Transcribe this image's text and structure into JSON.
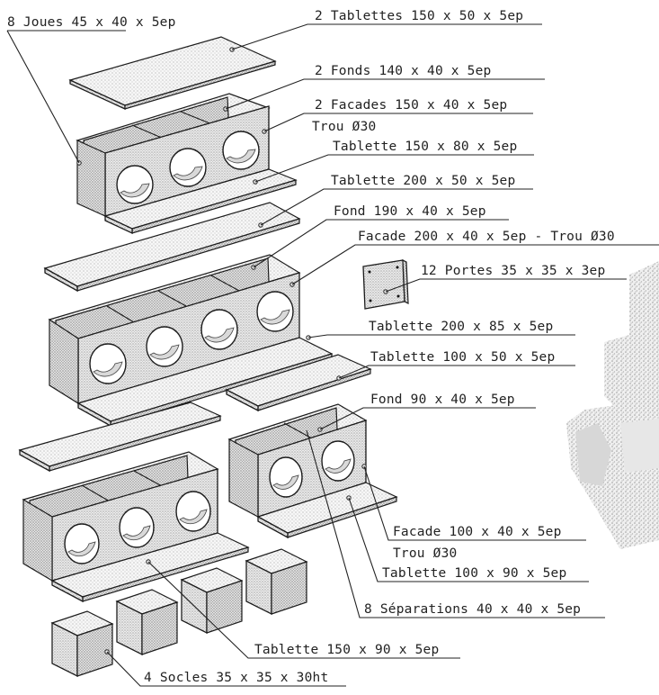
{
  "labels": {
    "joues": "8 Joues 45 x 40 x 5ep",
    "tablettes_top": "2 Tablettes 150 x 50 x 5ep",
    "fonds_top": "2 Fonds 140 x 40 x 5ep",
    "facades_top": "2 Facades 150 x 40 x 5ep",
    "trou_top": "Trou Ø30",
    "tablette_150_80": "Tablette 150 x 80 x 5ep",
    "tablette_200_50": "Tablette 200 x 50 x 5ep",
    "fond_190": "Fond 190 x 40 x 5ep",
    "facade_200": "Facade 200 x 40 x 5ep - Trou Ø30",
    "portes": "12 Portes 35 x 35 x 3ep",
    "tablette_200_85": "Tablette 200 x 85 x 5ep",
    "tablette_100_50": "Tablette 100 x 50 x 5ep",
    "fond_90": "Fond 90 x 40 x 5ep",
    "facade_100": "Facade 100 x 40 x 5ep",
    "trou_small": "Trou Ø30",
    "tablette_100_90": "Tablette 100 x 90 x 5ep",
    "separations": "8 Séparations 40 x 40 x 5ep",
    "tablette_150_90": "Tablette 150 x 90 x 5ep",
    "socles": "4 Socles 35 x 35 x 30ht"
  },
  "colors": {
    "line": "#1c1c1c",
    "paper": "#ffffff",
    "stipple": "#bdbdbd"
  }
}
